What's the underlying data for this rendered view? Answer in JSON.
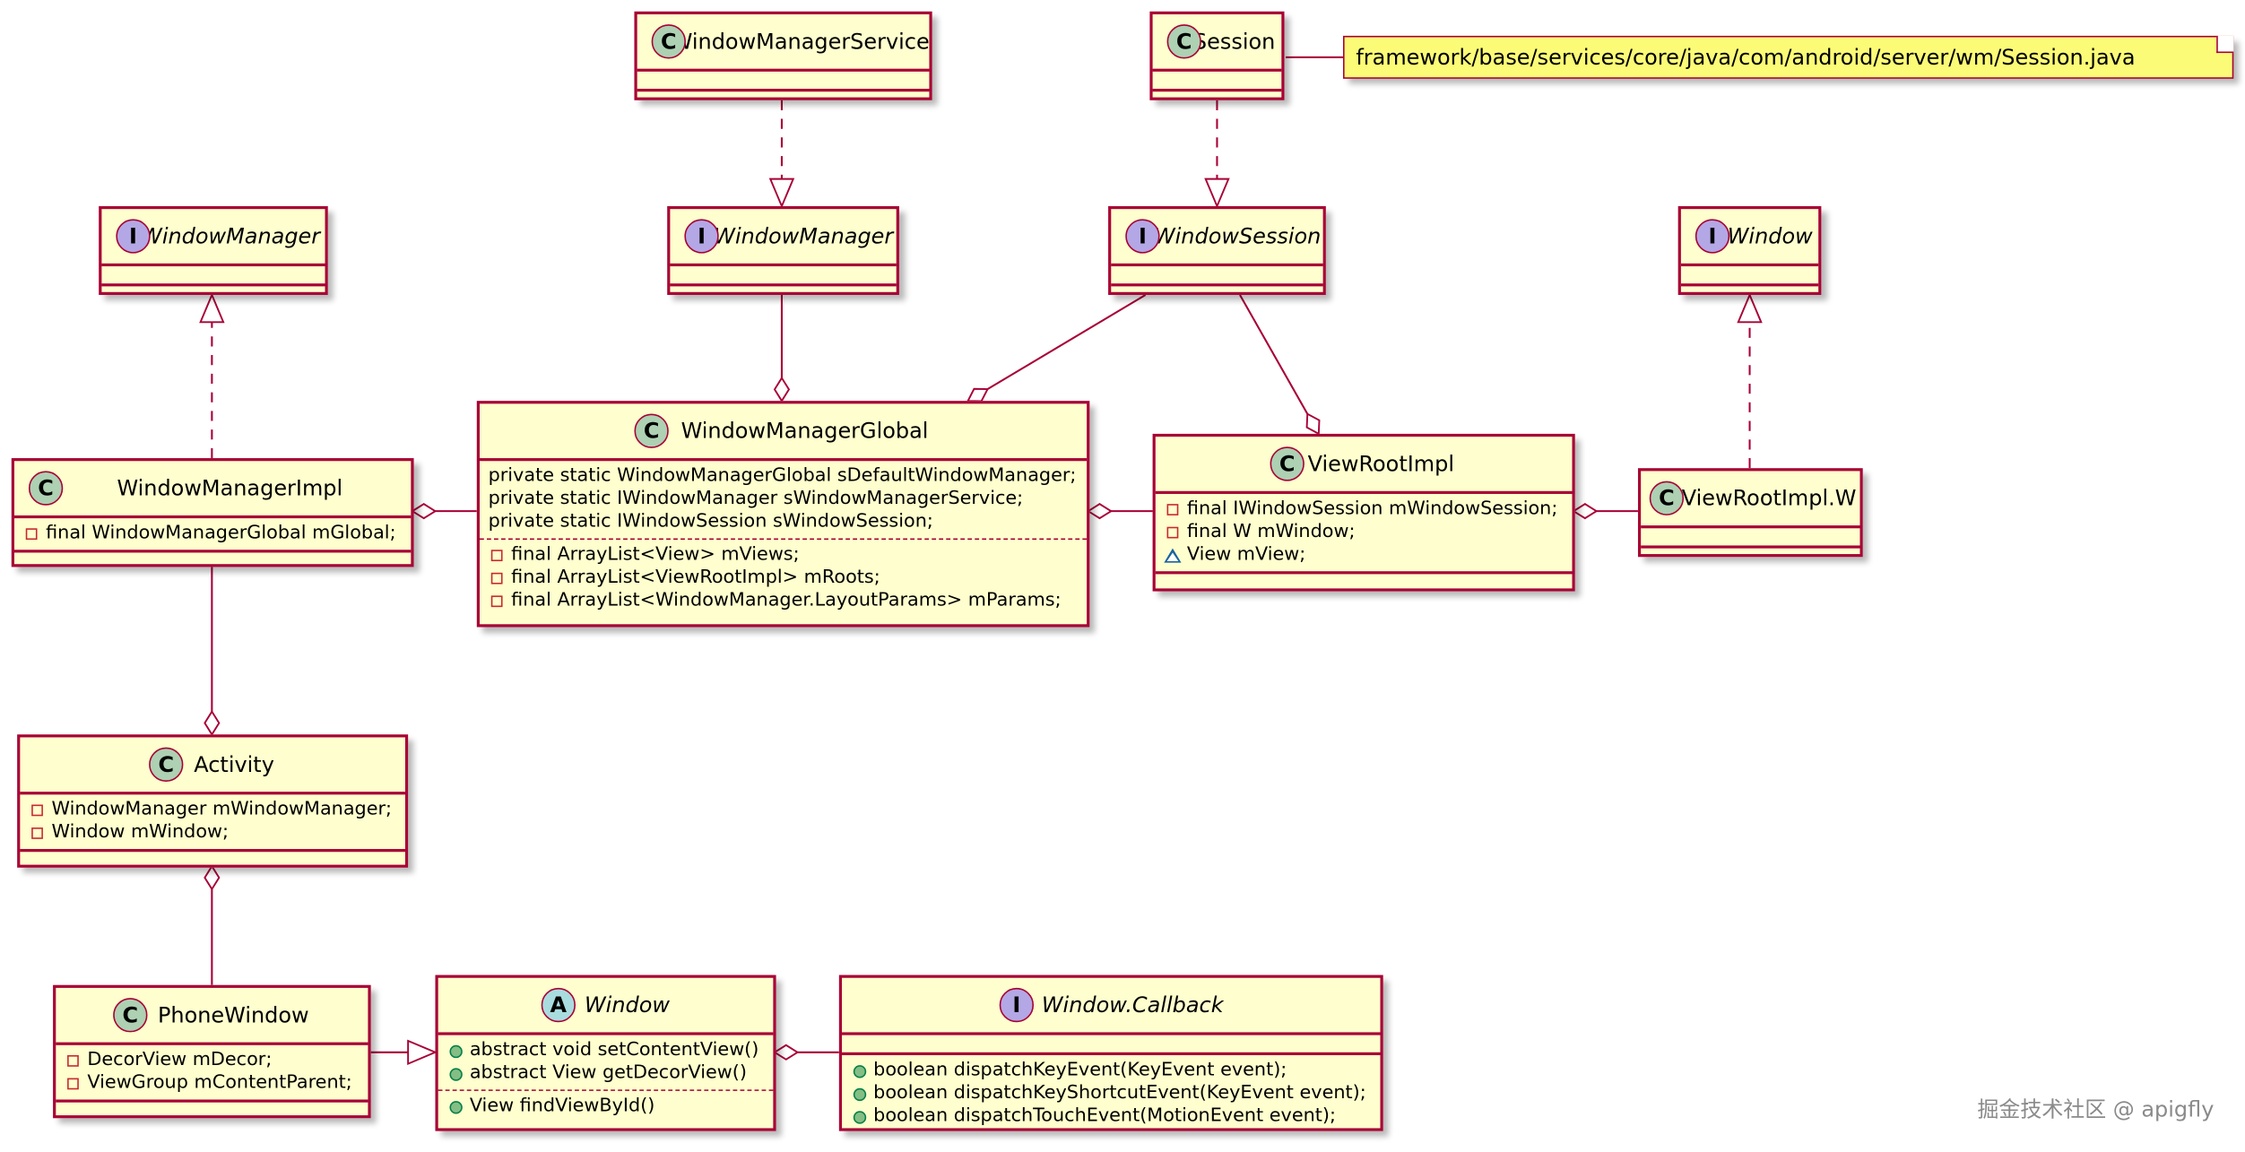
{
  "nodes": {
    "wms": {
      "kind": "C",
      "name": "WindowManagerService",
      "fields": [],
      "methods": []
    },
    "session": {
      "kind": "C",
      "name": "Session",
      "fields": [],
      "methods": []
    },
    "wm": {
      "kind": "I",
      "name": "WindowManager",
      "fields": [],
      "methods": []
    },
    "iwm": {
      "kind": "I",
      "name": "IWindowManager",
      "fields": [],
      "methods": []
    },
    "iws": {
      "kind": "I",
      "name": "IWindowSession",
      "fields": [],
      "methods": []
    },
    "iw": {
      "kind": "I",
      "name": "IWindow",
      "fields": [],
      "methods": []
    },
    "wmi": {
      "kind": "C",
      "name": "WindowManagerImpl",
      "fields": [
        {
          "vis": "private",
          "text": "final WindowManagerGlobal mGlobal;"
        }
      ],
      "methods": []
    },
    "wmg": {
      "kind": "C",
      "name": "WindowManagerGlobal",
      "fields": [
        {
          "vis": "none",
          "text": "private static WindowManagerGlobal sDefaultWindowManager;"
        },
        {
          "vis": "none",
          "text": "private static IWindowManager sWindowManagerService;"
        },
        {
          "vis": "none",
          "text": "private static IWindowSession sWindowSession;"
        }
      ],
      "fields2": [
        {
          "vis": "private",
          "text": "final ArrayList<View> mViews;"
        },
        {
          "vis": "private",
          "text": "final ArrayList<ViewRootImpl> mRoots;"
        },
        {
          "vis": "private",
          "text": "final ArrayList<WindowManager.LayoutParams> mParams;"
        }
      ]
    },
    "vri": {
      "kind": "C",
      "name": "ViewRootImpl",
      "fields": [
        {
          "vis": "private",
          "text": "final IWindowSession mWindowSession;"
        },
        {
          "vis": "private",
          "text": "final W mWindow;"
        },
        {
          "vis": "package",
          "text": "View mView;"
        }
      ],
      "methods": []
    },
    "vriw": {
      "kind": "C",
      "name": "ViewRootImpl.W",
      "fields": [],
      "methods": []
    },
    "act": {
      "kind": "C",
      "name": "Activity",
      "fields": [
        {
          "vis": "private",
          "text": "WindowManager mWindowManager;"
        },
        {
          "vis": "private",
          "text": "Window mWindow;"
        }
      ],
      "methods": []
    },
    "pw": {
      "kind": "C",
      "name": "PhoneWindow",
      "fields": [
        {
          "vis": "private",
          "text": "DecorView mDecor;"
        },
        {
          "vis": "private",
          "text": "ViewGroup mContentParent;"
        }
      ],
      "methods": []
    },
    "win": {
      "kind": "A",
      "name": "Window",
      "fields": [
        {
          "vis": "public",
          "text": "abstract void setContentView()"
        },
        {
          "vis": "public",
          "text": "abstract View getDecorView()"
        }
      ],
      "fields2": [
        {
          "vis": "public",
          "text": "View findViewById()"
        }
      ]
    },
    "cb": {
      "kind": "I",
      "name": "Window.Callback",
      "fields": [
        {
          "vis": "public",
          "text": "boolean dispatchKeyEvent(KeyEvent event);"
        },
        {
          "vis": "public",
          "text": "boolean dispatchKeyShortcutEvent(KeyEvent event);"
        },
        {
          "vis": "public",
          "text": "boolean dispatchTouchEvent(MotionEvent event);"
        }
      ]
    }
  },
  "note": {
    "text": "framework/base/services/core/java/com/android/server/wm/Session.java"
  },
  "watermark": "掘金技术社区 @ apigfly",
  "colors": {
    "border": "#A80036",
    "fill": "#FEFECE",
    "note": "#FBFB77",
    "class_badge": "#ADD1B2",
    "interface_badge": "#B4A7E5",
    "abstract_badge": "#A9DCDF"
  }
}
